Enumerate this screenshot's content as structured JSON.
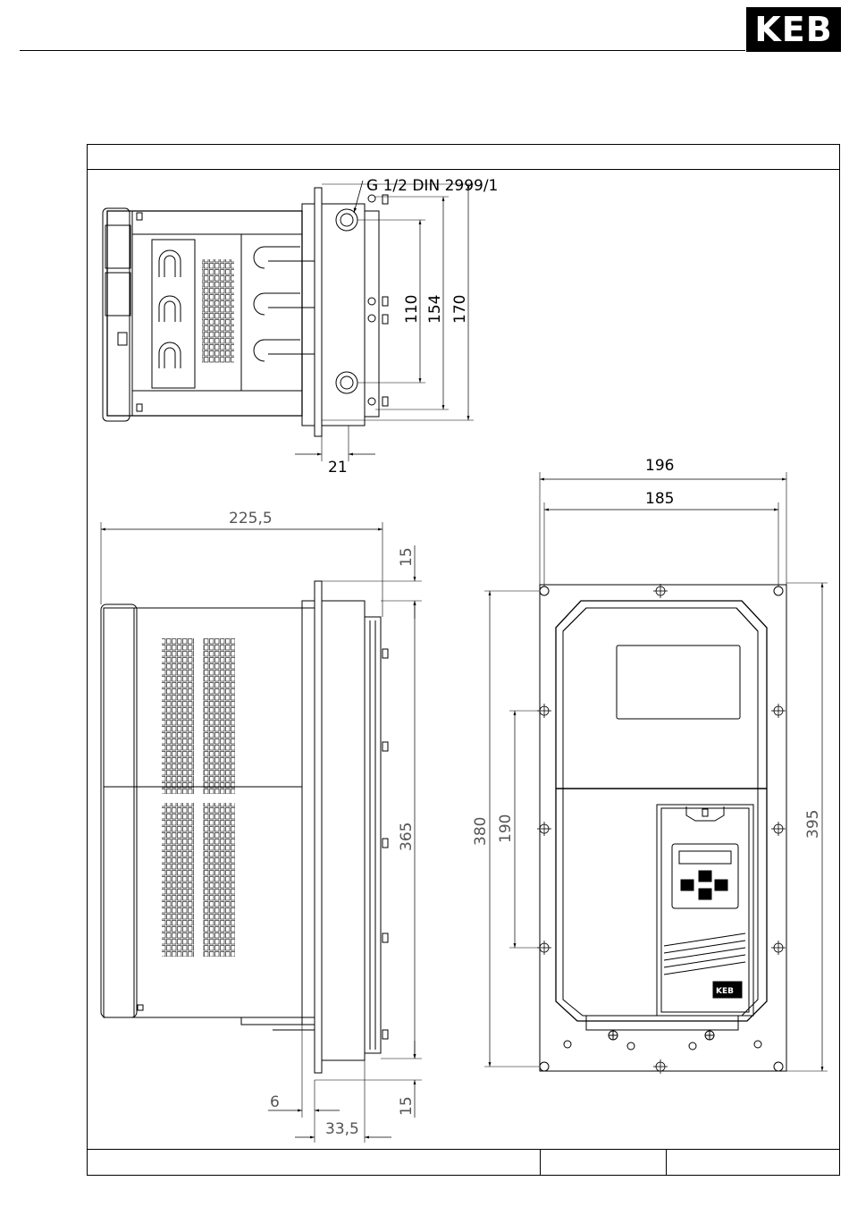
{
  "logo": {
    "text": "KEB"
  },
  "top_view": {
    "thread_label": "G 1/2 DIN 2999/1",
    "dim_110": "110",
    "dim_154": "154",
    "dim_170": "170",
    "dim_21": "21"
  },
  "side_view": {
    "dim_225_5": "225,5",
    "dim_15_top": "15",
    "dim_365": "365",
    "dim_15_bottom": "15",
    "dim_6": "6",
    "dim_33_5": "33,5"
  },
  "front_view": {
    "dim_196": "196",
    "dim_185": "185",
    "dim_380": "380",
    "dim_190": "190",
    "dim_395": "395",
    "badge_text": "KEB"
  }
}
